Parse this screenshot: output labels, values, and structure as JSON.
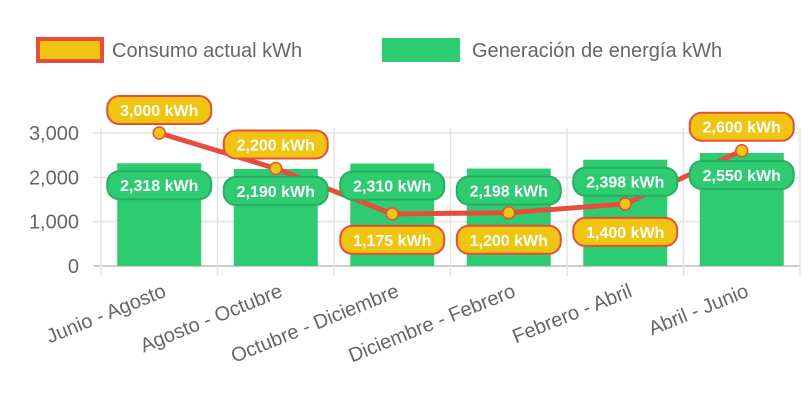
{
  "chart_data": {
    "type": "bar",
    "title": "",
    "xlabel": "",
    "ylabel": "",
    "ylim": [
      0,
      3000
    ],
    "yticks": [
      "0",
      "1,000",
      "2,000",
      "3,000"
    ],
    "grid": true,
    "legend_position": "top",
    "categories": [
      "Junio - Agosto",
      "Agosto - Octubre",
      "Octubre - Diciembre",
      "Diciembre - Febrero",
      "Febrero - Abril",
      "Abril - Junio"
    ],
    "series": [
      {
        "name": "Consumo actual kWh",
        "kind": "line",
        "color": "#e74c3c",
        "fill": "#f1c40f",
        "values": [
          3000,
          2200,
          1175,
          1200,
          1400,
          2600
        ],
        "labels": [
          "3,000 kWh",
          "2,200 kWh",
          "1,175 kWh",
          "1,200 kWh",
          "1,400 kWh",
          "2,600 kWh"
        ]
      },
      {
        "name": "Generación de energía kWh",
        "kind": "bar",
        "color": "#2ecc71",
        "values": [
          2318,
          2190,
          2310,
          2198,
          2398,
          2550
        ],
        "labels": [
          "2,318 kWh",
          "2,190 kWh",
          "2,310 kWh",
          "2,198 kWh",
          "2,398 kWh",
          "2,550 kWh"
        ]
      }
    ]
  }
}
